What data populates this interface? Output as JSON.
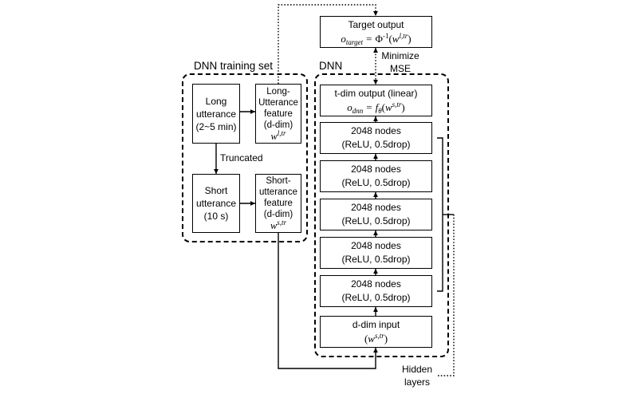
{
  "training_set": {
    "label": "DNN training set",
    "long_utterance": {
      "lines": [
        "Long",
        "utterance",
        "(2~5 min)"
      ]
    },
    "long_feature": {
      "lines": [
        "Long-",
        "Utterance",
        "feature",
        "(d-dim)"
      ],
      "symbol": {
        "base": "w",
        "sup": "l,tr"
      }
    },
    "truncated_label": "Truncated",
    "short_utterance": {
      "lines": [
        "Short",
        "utterance",
        "(10 s)"
      ]
    },
    "short_feature": {
      "lines": [
        "Short-",
        "utterance",
        "feature",
        "(d-dim)"
      ],
      "symbol": {
        "base": "w",
        "sup": "s,tr"
      }
    }
  },
  "target_output": {
    "title": "Target output",
    "formula": {
      "lhs": "o",
      "lhs_sub": "target",
      "eq": "=",
      "fn": "Φ",
      "fn_sup": "-1",
      "open": "(",
      "arg": "w",
      "arg_sup": "l,tr",
      "close": ")"
    }
  },
  "minimize_label": {
    "lines": [
      "Minimize",
      "MSE"
    ]
  },
  "dnn": {
    "label": "DNN",
    "output": {
      "title": "t-dim output (linear)",
      "formula": {
        "lhs": "o",
        "lhs_sub": "dnn",
        "eq": "=",
        "fn": "f",
        "fn_sub": "θ",
        "open": "(",
        "arg": "w",
        "arg_sup": "s,tr",
        "close": ")"
      }
    },
    "hidden": [
      {
        "units": "2048 nodes",
        "config": "(ReLU, 0.5drop)"
      },
      {
        "units": "2048 nodes",
        "config": "(ReLU, 0.5drop)"
      },
      {
        "units": "2048 nodes",
        "config": "(ReLU, 0.5drop)"
      },
      {
        "units": "2048 nodes",
        "config": "(ReLU, 0.5drop)"
      },
      {
        "units": "2048 nodes",
        "config": "(ReLU, 0.5drop)"
      }
    ],
    "input": {
      "title": "d-dim input",
      "symbol": {
        "open": "(",
        "base": "w",
        "sup": "s,tr",
        "close": ")"
      }
    }
  },
  "hidden_layers_label": {
    "lines": [
      "Hidden",
      "layers"
    ]
  }
}
